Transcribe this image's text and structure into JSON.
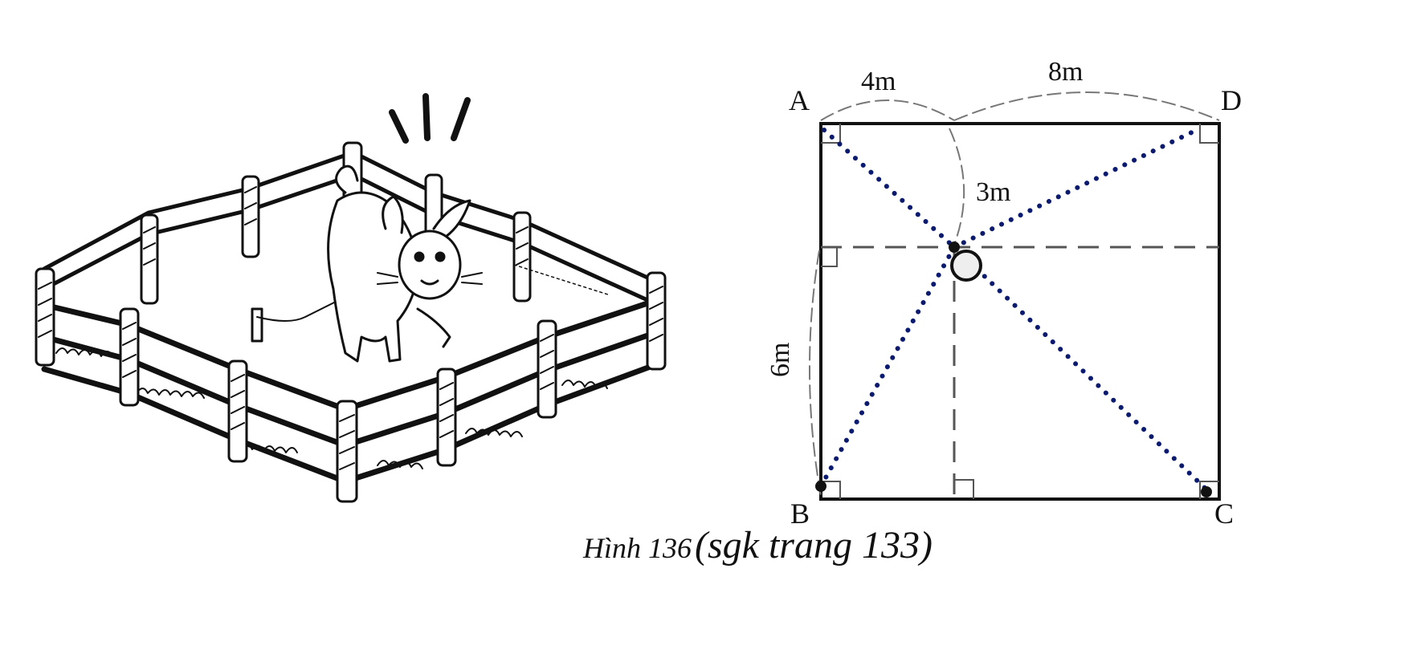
{
  "figure": {
    "vertices": {
      "a": "A",
      "b": "B",
      "c": "C",
      "d": "D"
    },
    "measures": {
      "top_left": "4m",
      "top_right": "8m",
      "vertical": "3m",
      "left": "6m"
    },
    "caption": {
      "figure": "Hình 136",
      "source": "(sgk trang 133)"
    },
    "colors": {
      "line": "#111111",
      "diagonal": "#0a1a6e",
      "marker_fill": "#eeeeee",
      "dash": "#555555"
    }
  }
}
